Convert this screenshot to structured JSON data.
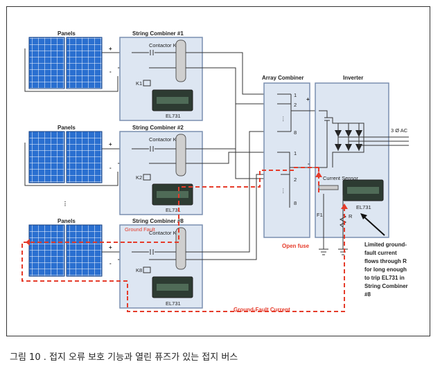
{
  "panels": {
    "title": "Panels",
    "plus": "+",
    "minus": "-",
    "ellipsis": "⋮"
  },
  "string_combiners": [
    {
      "title": "String Combiner #1",
      "contactor": "Contactor K1",
      "relay": "K1",
      "device": "EL731"
    },
    {
      "title": "String Combiner #2",
      "contactor": "Contactor K2",
      "relay": "K2",
      "device": "EL731"
    },
    {
      "title": "String Combiner #8",
      "contactor": "Contactor K8",
      "relay": "K8",
      "device": "EL731"
    }
  ],
  "array_combiner": {
    "title": "Array Combiner",
    "pos_inputs": [
      "1",
      "2",
      "8"
    ],
    "neg_inputs": [
      "1",
      "2",
      "8"
    ],
    "plus": "+",
    "minus": "-"
  },
  "inverter": {
    "title": "Inverter",
    "ac_label": "3 Ø AC",
    "current_sensor": "Current Sensor",
    "device": "EL731",
    "fuse_label": "F1",
    "resistor_label": "R"
  },
  "annotations": {
    "ground_fault": "Ground Fault",
    "open_fuse": "Open fuse",
    "ground_fault_current": "Ground-Fault Current",
    "limited_note": [
      "Limited ground-",
      "fault current",
      "flows through R",
      "for long enough",
      "to trip EL731 in",
      "String Combiner",
      "#8"
    ]
  },
  "caption": "그림 10 . 접지 오류 보호 기능과 열린 퓨즈가 있는 접지 버스",
  "colors": {
    "box_fill": "#dde6f2",
    "box_stroke": "#7a8fb0",
    "fault_red": "#e53b2a",
    "panel_blue": "#1e5fbf"
  }
}
